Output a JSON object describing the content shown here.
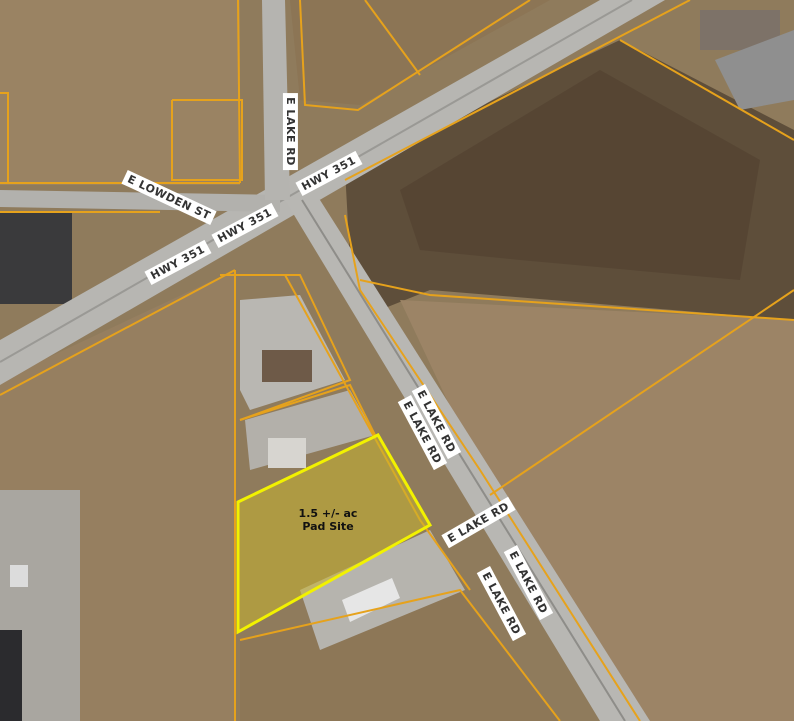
{
  "map": {
    "road_labels": {
      "lake_rd_north": "E LAKE RD",
      "lowden_st": "E LOWDEN ST",
      "hwy_351_east": "HWY 351",
      "hwy_351_center": "HWY 351",
      "hwy_351_west": "HWY 351",
      "lake_rd_1": "E LAKE RD",
      "lake_rd_2": "E LAKE RD",
      "lake_rd_3": "E LAKE RD",
      "lake_rd_4": "E LAKE RD"
    },
    "site": {
      "line1": "1.5 +/- ac",
      "line2": "Pad Site"
    },
    "colors": {
      "parcel_line": "#e6a21c",
      "site_outline": "#f2f200",
      "site_fill": "#c8b430",
      "road": "#b4b4b0"
    }
  }
}
